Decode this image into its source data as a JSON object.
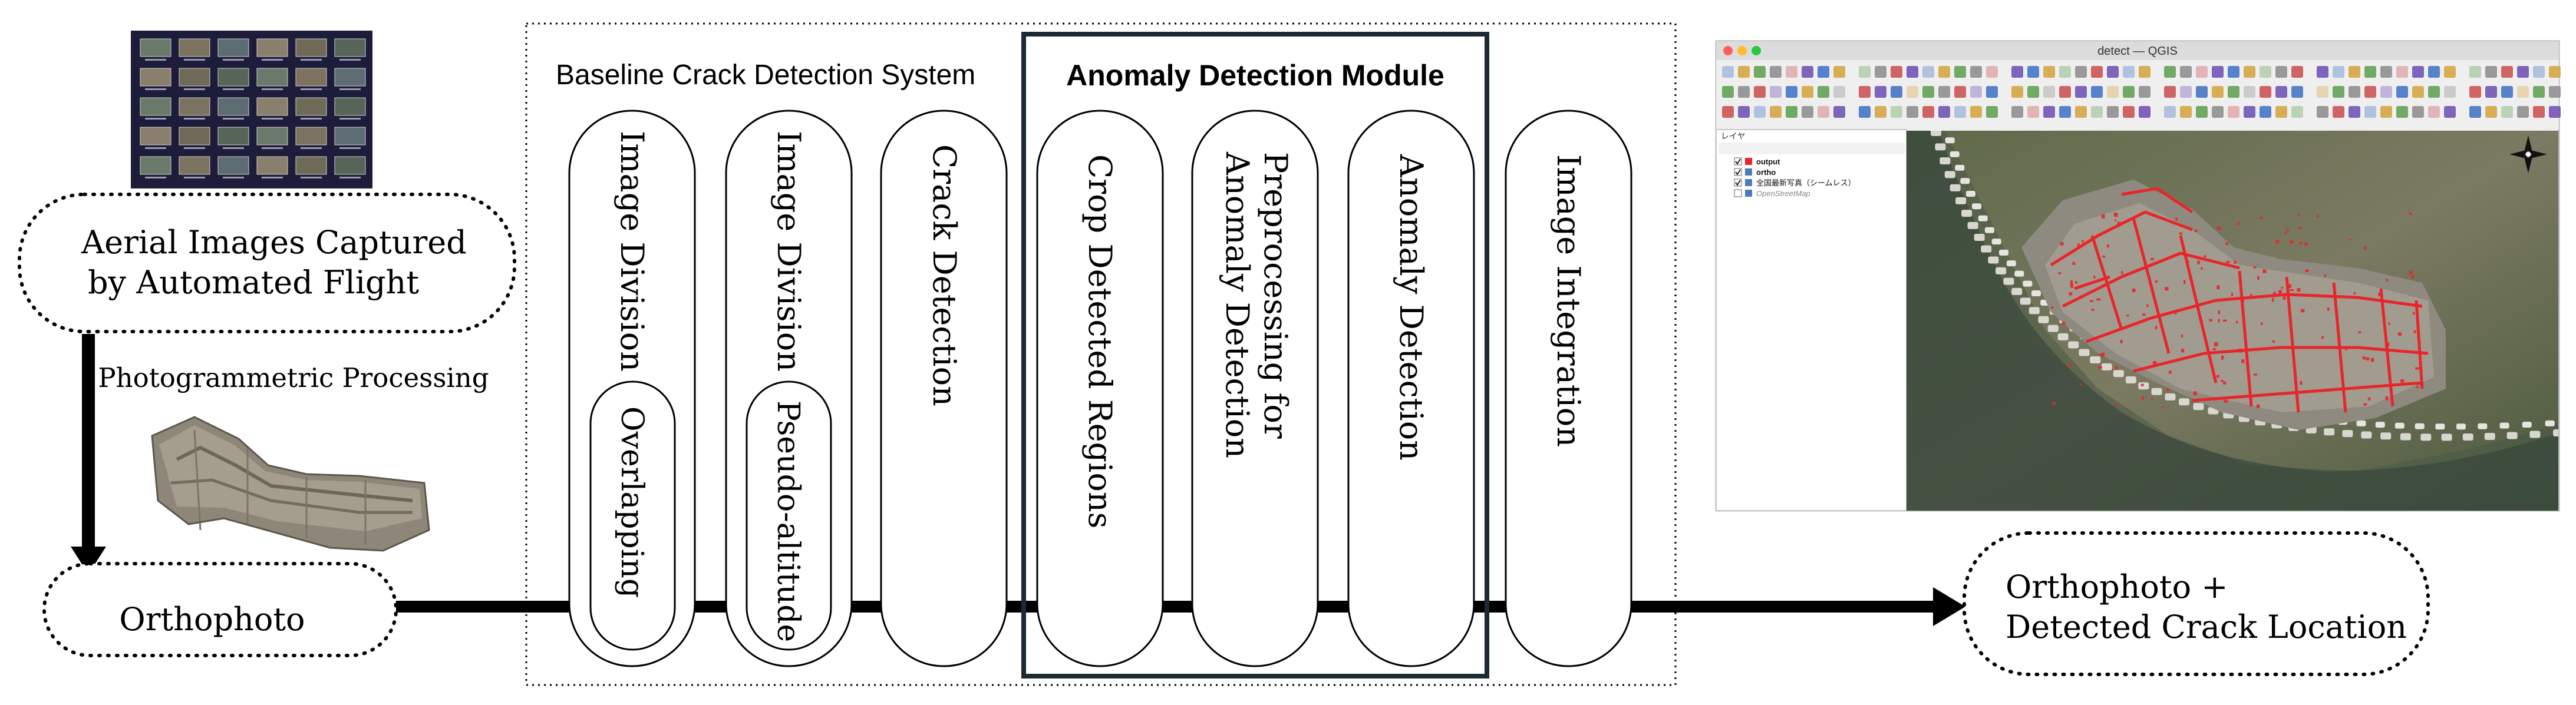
{
  "input": {
    "line1": "Aerial Images Captured",
    "line2": "by Automated Flight"
  },
  "process_label": "Photogrammetric Processing",
  "orthophoto": {
    "label": "Orthophoto"
  },
  "baseline": {
    "title": "Baseline Crack Detection System"
  },
  "anomaly": {
    "title": "Anomaly Detection Module"
  },
  "steps": {
    "image_division_1": "Image Division",
    "overlapping": "Overlapping",
    "image_division_2": "Image Division",
    "pseudo_altitude": "Pseudo-altitude",
    "crack_detection": "Crack Detection",
    "crop_detected": "Crop Detected Regions",
    "preprocessing_line1": "Preprocessing for",
    "preprocessing_line2": "Anomaly Detection",
    "anomaly_detection": "Anomaly Detection",
    "image_integration": "Image Integration"
  },
  "output": {
    "line1": "Orthophoto +",
    "line2": "Detected Crack Location"
  },
  "qgis": {
    "window_title": "detect — QGIS",
    "panel_title": "レイヤ",
    "layers": [
      {
        "name": "output",
        "checked": true
      },
      {
        "name": "ortho",
        "checked": true
      },
      {
        "name": "全国最新写真（シームレス）",
        "checked": true
      },
      {
        "name": "OpenStreetMap",
        "checked": false
      }
    ]
  },
  "colors": {
    "arrow": "#000000",
    "anomaly_box_border": "#1c2a33",
    "crack_overlay": "#e8262a",
    "thumb_sheet_bg": "#1d1c3a"
  }
}
